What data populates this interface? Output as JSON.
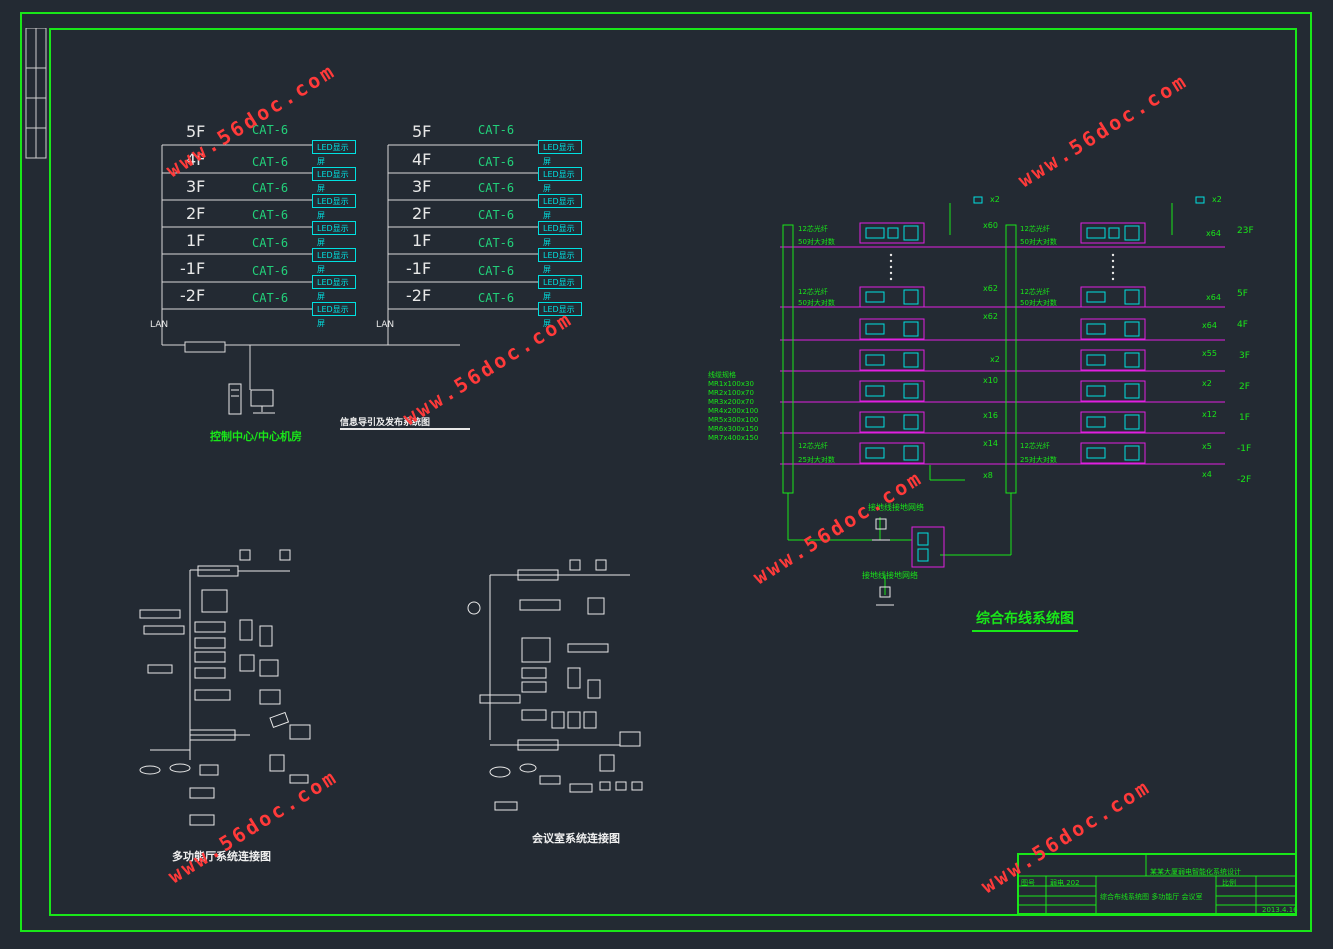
{
  "watermark": "www.56doc.com",
  "left_diagram": {
    "floors": [
      "5F",
      "4F",
      "3F",
      "2F",
      "1F",
      "-1F",
      "-2F"
    ],
    "cable": "CAT-6",
    "led_label": "LED显示屏",
    "lan": "LAN",
    "control_center": "控制中心/中心机房",
    "caption": "信息导引及发布系统图"
  },
  "right_diagram": {
    "title": "综合布线系统图",
    "floors": [
      "23F",
      "5F",
      "4F",
      "3F",
      "2F",
      "1F",
      "-1F",
      "-2F"
    ],
    "legend_title": "线缆规格",
    "legend_items": [
      "MR1x100x30",
      "MR2x100x70",
      "MR3x200x70",
      "MR4x200x100",
      "MR5x300x100",
      "MR6x300x150",
      "MR7x400x150"
    ],
    "cable_a": "12芯光纤",
    "cable_b": "50对大对数",
    "cable_b2": "25对大对数",
    "counts_left": [
      "x2",
      "x60",
      "x62",
      "x62",
      "x2",
      "x10",
      "x16",
      "x14",
      "x8"
    ],
    "counts_right": [
      "x2",
      "x64",
      "x64",
      "x64",
      "x55",
      "x2",
      "x12",
      "x5",
      "x4"
    ],
    "ground_1": "接地线接地网络",
    "ground_2": "接地线接地网络"
  },
  "bottom_diagrams": {
    "left_caption": "多功能厅系统连接图",
    "right_caption": "会议室系统连接图"
  },
  "title_block": {
    "project": "某某大厦弱电智能化系统设计",
    "row1": "图号",
    "row1_val": "弱电 202",
    "row2": "综合布线系统图 多功能厅 会议室",
    "scale": "比例",
    "date": "2013.4.16"
  },
  "colors": {
    "frame": "#19e619",
    "magenta": "#e020e0",
    "cyan": "#00e0e0",
    "background": "#232a33"
  }
}
